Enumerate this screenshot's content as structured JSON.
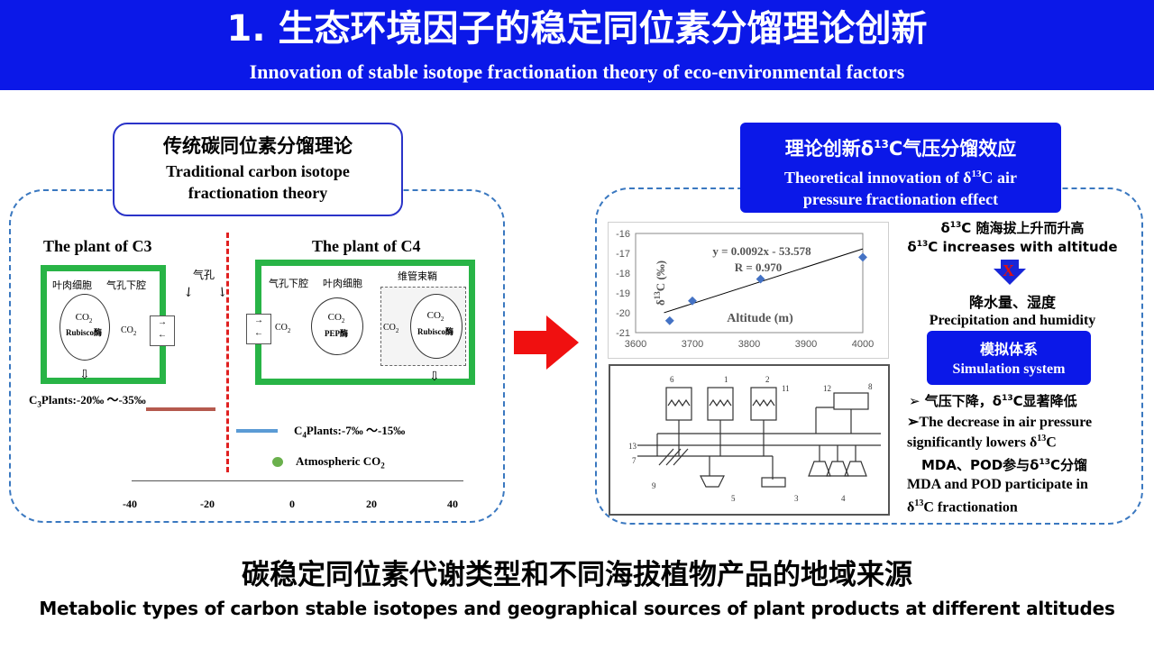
{
  "banner": {
    "title": "1. 生态环境因子的稳定同位素分馏理论创新",
    "subtitle": "Innovation of stable isotope fractionation theory of eco-environmental factors"
  },
  "left": {
    "title_cn": "传统碳同位素分馏理论",
    "title_en_1": "Traditional  carbon  isotope",
    "title_en_2": "fractionation  theory",
    "c3_label": "The  plant  of C3",
    "c4_label": "The  plant  of C4",
    "stoma": "气孔",
    "c3_mesophyll": "叶肉细胞",
    "c3_substomatal": "气孔下腔",
    "c4_substomatal": "气孔下腔",
    "c4_mesophyll": "叶肉细胞",
    "c4_bundle": "维管束鞘",
    "co2": "CO",
    "rubisco": "Rubisco酶",
    "pep": "PEP酶",
    "c3_range": "Plants:-20‰ ～-35‰",
    "c3_prefix": "C",
    "c3_sub": "3",
    "c4_range": "Plants:-7‰ ～-15‰",
    "c4_prefix": "C",
    "c4_sub": "4",
    "atm_co2": "Atmospheric  CO",
    "atm_sub": "2",
    "legend_colors": {
      "c3": "#B55A4E",
      "c4": "#5B9BD5",
      "atm": "#6AB04C"
    },
    "axis_ticks": [
      "-40",
      "-20",
      "0",
      "20",
      "40"
    ]
  },
  "right": {
    "title_cn_a": "理论创新δ",
    "title_cn_sup": "13",
    "title_cn_b": "C气压分馏效应",
    "title_en_1a": "Theoretical  innovation  of δ",
    "title_en_1sup": "13",
    "title_en_1b": "C  air",
    "title_en_2": "pressure  fractionation  effect",
    "incr_cn_a": "δ",
    "incr_cn_sup": "13",
    "incr_cn_b": "C 随海拔上升而升高",
    "incr_en_a": "δ",
    "incr_en_sup": "13",
    "incr_en_b": "C increases with altitude",
    "x_mark": "X",
    "precip_cn": "降水量、湿度",
    "precip_en": "Precipitation  and  humidity",
    "sim_cn": "模拟体系",
    "sim_en": "Simulation  system",
    "b1_cn_a": "➢ 气压下降，δ",
    "b1_cn_sup": "13",
    "b1_cn_b": "C显著降低",
    "b1_en_1": "➢The decrease in air pressure",
    "b1_en_2a": "significantly lowers δ",
    "b1_en_2sup": "13",
    "b1_en_2b": "C",
    "b2_cn_a": "MDA、POD参与δ",
    "b2_cn_sup": "13",
    "b2_cn_b": "C分馏",
    "b2_en_1": "MDA and POD participate in",
    "b2_en_2a": "δ",
    "b2_en_2sup": "13",
    "b2_en_2b": "C fractionation"
  },
  "chart_data": {
    "type": "scatter",
    "x": [
      3660,
      3700,
      3820,
      4000
    ],
    "y": [
      -20.4,
      -19.4,
      -18.3,
      -17.2
    ],
    "xlim": [
      3600,
      4000
    ],
    "ylim": [
      -21,
      -16
    ],
    "x_ticks": [
      "3600",
      "3700",
      "3800",
      "3900",
      "4000"
    ],
    "y_ticks": [
      "-16",
      "-17",
      "-18",
      "-19",
      "-20",
      "-21"
    ],
    "xlabel": "Altitude  (m)",
    "ylabel_a": "δ",
    "ylabel_sup": "13",
    "ylabel_b": "C  (‰)",
    "equation": "y = 0.0092x - 53.578",
    "r_value": "R = 0.970",
    "trendline": {
      "slope": 0.0092,
      "intercept": -53.578
    },
    "marker_color": "#4472C4"
  },
  "apparatus": {
    "labels": [
      "6",
      "1",
      "2",
      "11",
      "12",
      "8",
      "13",
      "7",
      "9",
      "5",
      "3",
      "4"
    ]
  },
  "footer": {
    "title_cn": "碳稳定同位素代谢类型和不同海拔植物产品的地域来源",
    "title_en": "Metabolic  types  of  carbon  stable  isotopes  and  geographical  sources  of  plant  products  at  different  altitudes"
  }
}
